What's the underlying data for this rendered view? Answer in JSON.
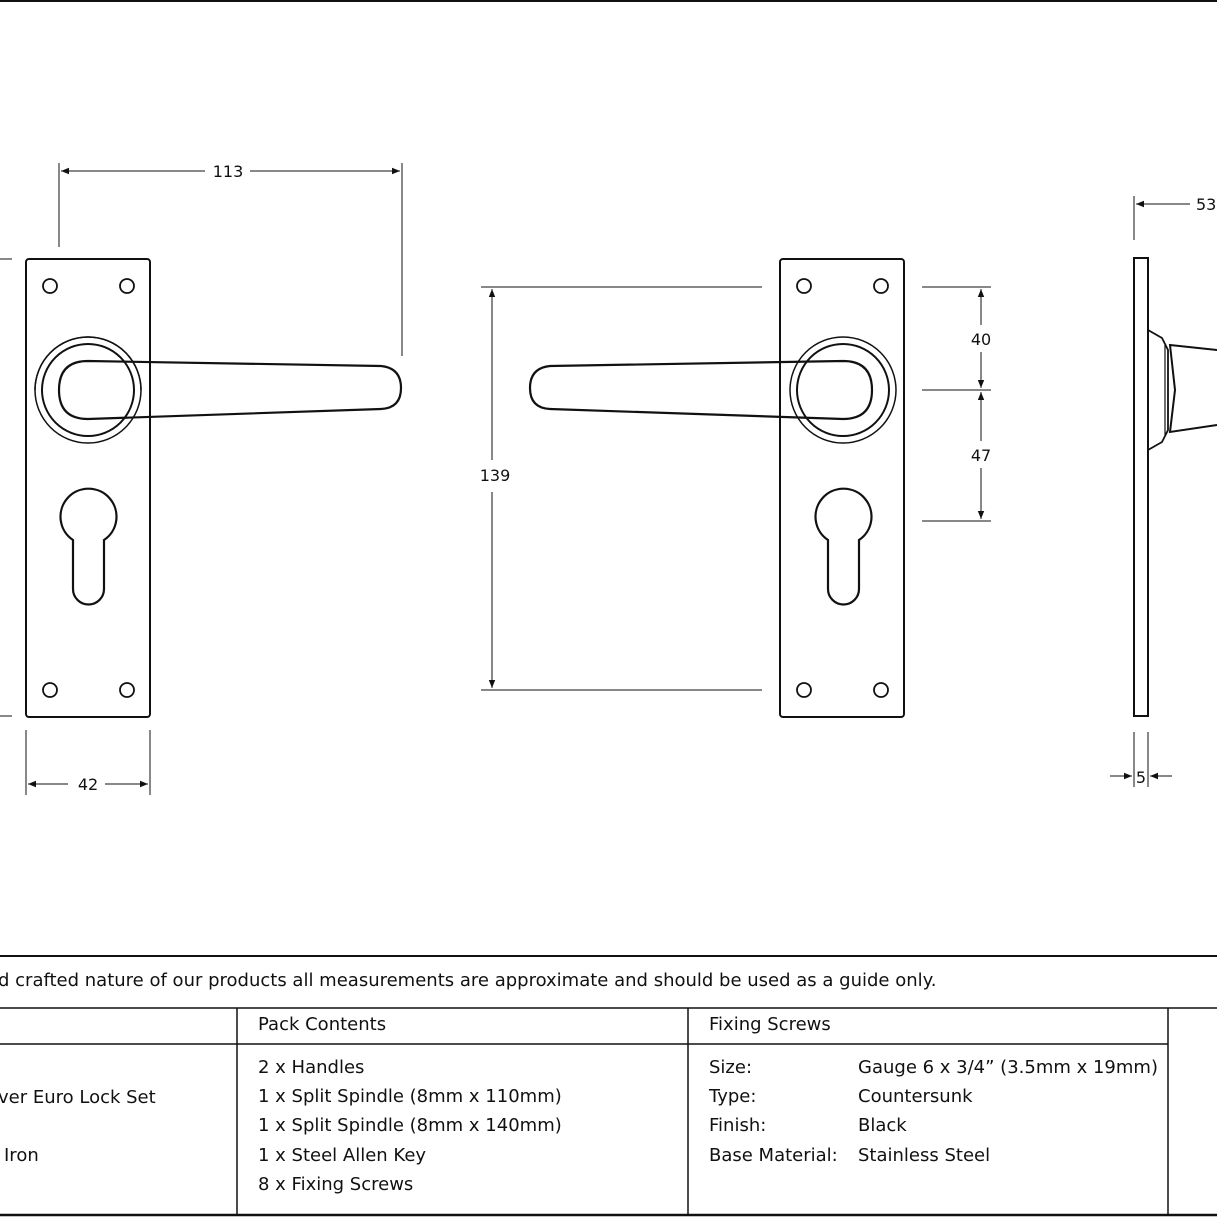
{
  "dimensions": {
    "width_113": "113",
    "width_42": "42",
    "height_139": "139",
    "upper_40": "40",
    "lower_47": "47",
    "projection_53": "53",
    "thickness_5": "5"
  },
  "disclaimer": "d crafted nature of our products all measurements are approximate and should be used as a guide only.",
  "table": {
    "product_text": [
      "ver Euro Lock Set",
      "Iron"
    ],
    "pack_contents": {
      "header": "Pack Contents",
      "items": [
        "2 x Handles",
        "1 x Split Spindle (8mm x 110mm)",
        "1 x Split Spindle (8mm x 140mm)",
        "1 x Steel Allen Key",
        "8 x Fixing Screws"
      ]
    },
    "fixing_screws": {
      "header": "Fixing Screws",
      "rows": [
        {
          "label": "Size:",
          "value": "Gauge 6 x 3/4” (3.5mm x 19mm)"
        },
        {
          "label": "Type:",
          "value": "Countersunk"
        },
        {
          "label": "Finish:",
          "value": "Black"
        },
        {
          "label": "Base Material:",
          "value": "Stainless Steel"
        }
      ]
    }
  }
}
